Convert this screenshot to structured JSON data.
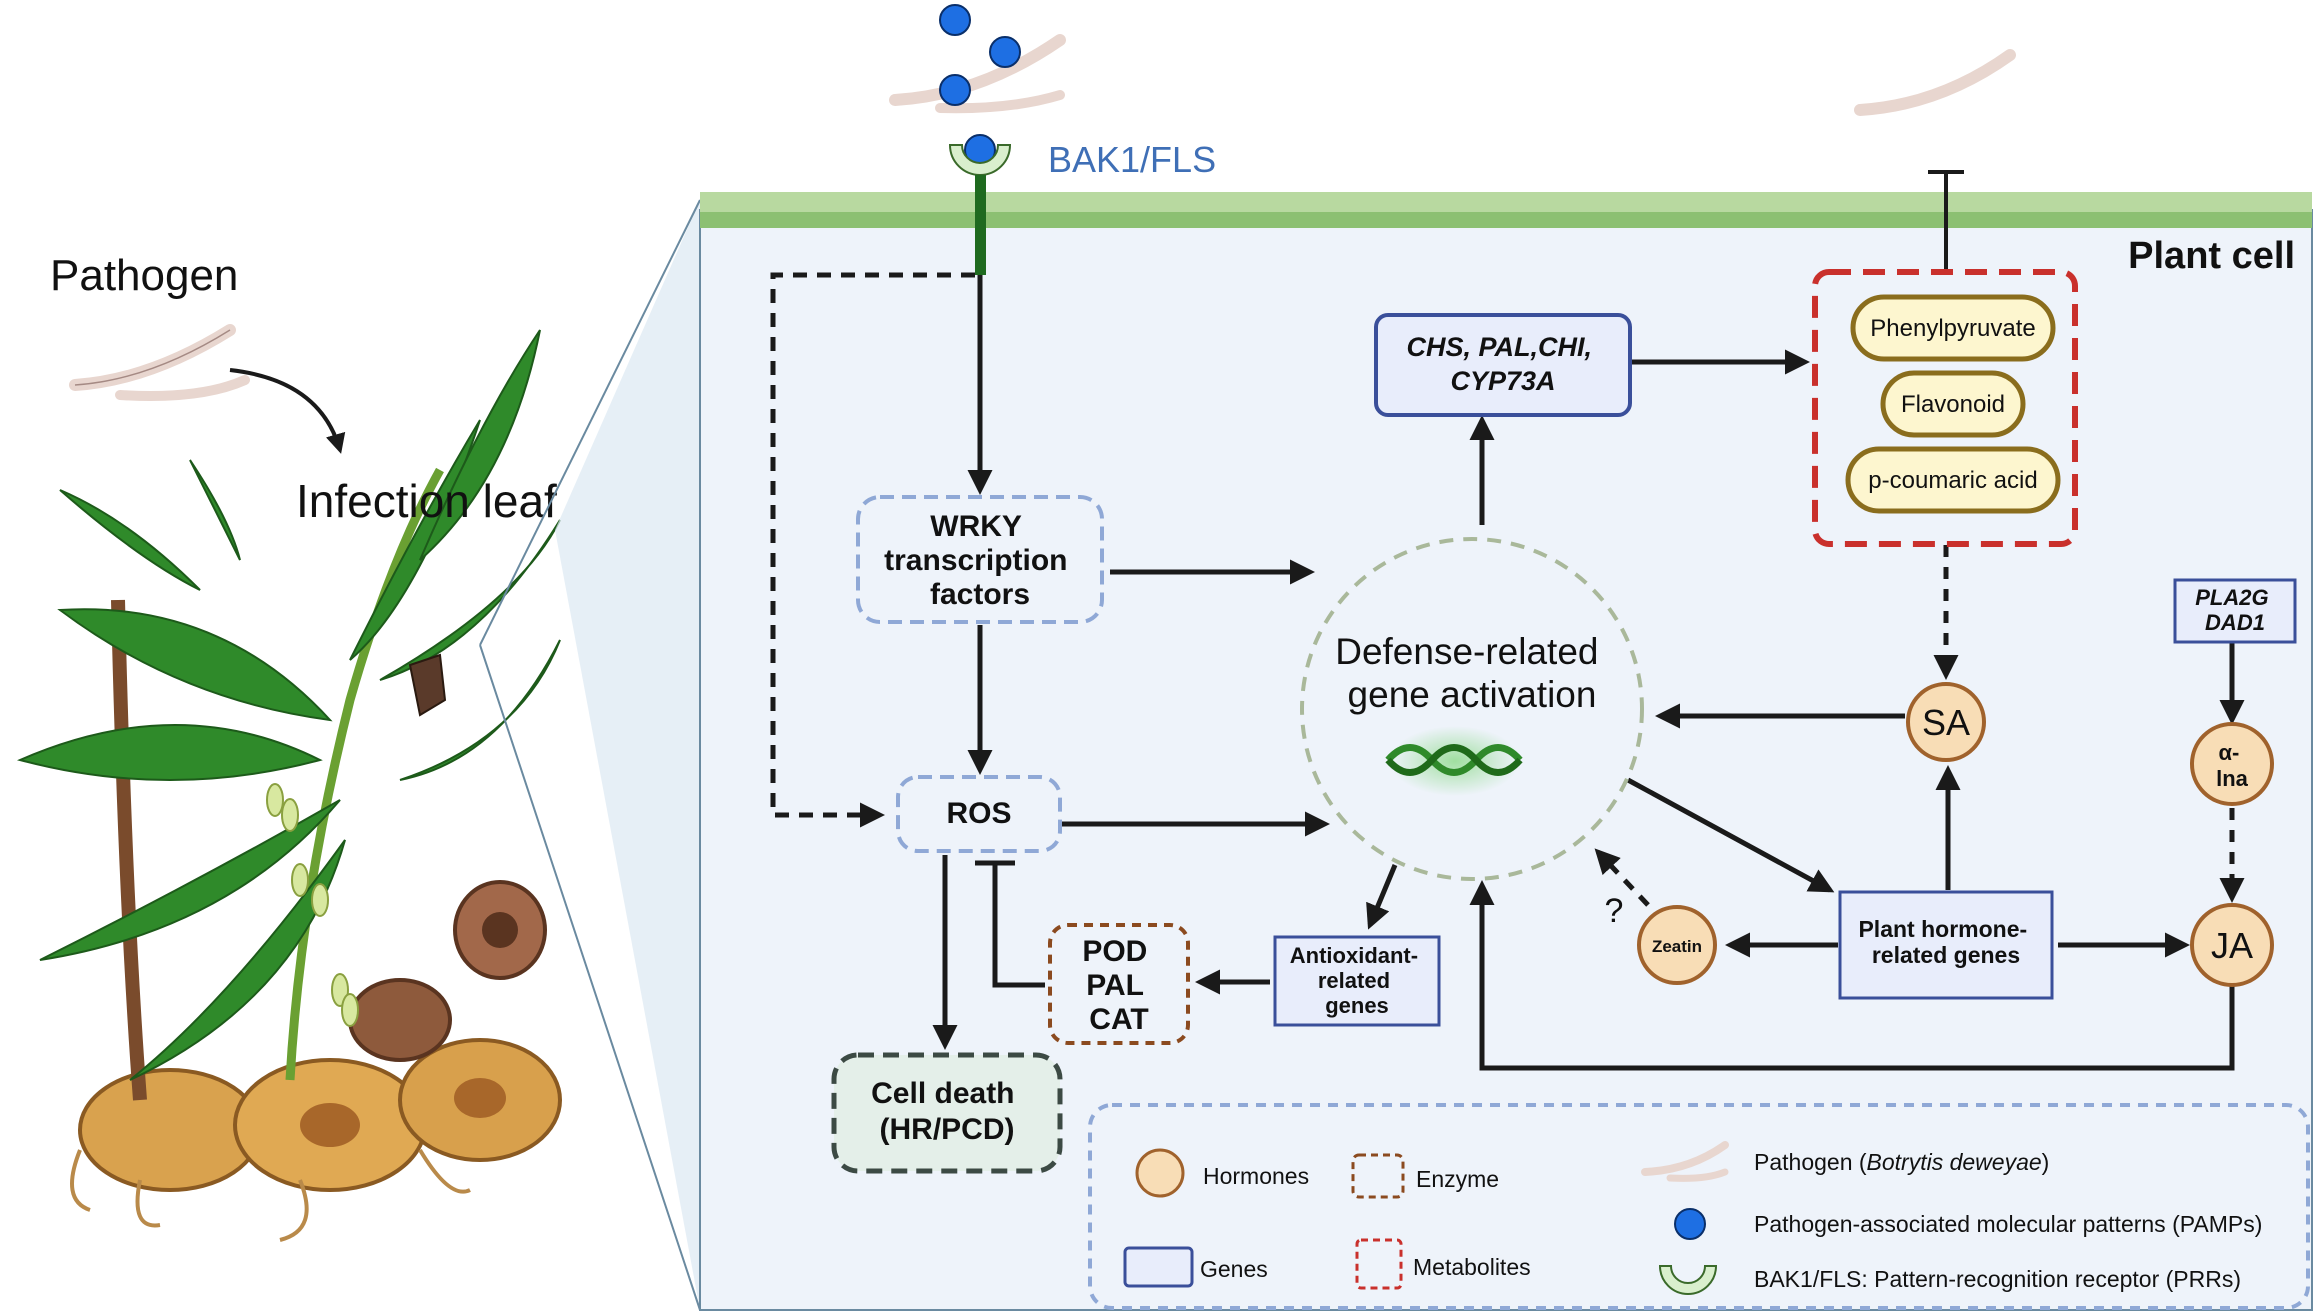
{
  "left": {
    "pathogen_label": "Pathogen",
    "infection_label": "Infection leaf"
  },
  "receptor_label": "BAK1/FLS",
  "cell_label": "Plant cell",
  "nodes": {
    "wrky": [
      "WRKY",
      "transcription",
      "factors"
    ],
    "ros": "ROS",
    "cell_death": [
      "Cell death",
      "(HR/PCD)"
    ],
    "enzymes": [
      "POD",
      "PAL",
      "CAT"
    ],
    "antioxidant": [
      "Antioxidant-",
      "related",
      "genes"
    ],
    "defense": [
      "Defense-related",
      "gene activation"
    ],
    "chs": [
      "CHS, PAL,CHI,",
      "CYP73A"
    ],
    "metabolites": [
      "Phenylpyruvate",
      "Flavonoid",
      "p-coumaric acid"
    ],
    "sa": "SA",
    "ja": "JA",
    "zeatin": "Zeatin",
    "alpha_lna": [
      "α-",
      "lna"
    ],
    "pla2g": [
      "PLA2G",
      "DAD1"
    ],
    "hormone_genes": [
      "Plant hormone-",
      "related genes"
    ],
    "question": "?"
  },
  "legend": {
    "hormones": "Hormones",
    "enzyme": "Enzyme",
    "genes": "Genes",
    "metabolites": "Metabolites",
    "pathogen_prefix": "Pathogen (",
    "pathogen_species": "Botrytis deweyae",
    "pathogen_suffix": ")",
    "pamps": "Pathogen-associated molecular patterns (PAMPs)",
    "prr": "BAK1/FLS: Pattern-recognition receptor (PRRs)"
  },
  "colors": {
    "cell_bg": "#eef3fa",
    "membrane": "#a8cf8e",
    "gene_box_stroke": "#3a4f9a",
    "gene_box_fill": "#e8edfb",
    "hormone_fill": "#f8ddb6",
    "hormone_stroke": "#a0622c",
    "metabolite_stroke": "#8a6d1d",
    "metabolite_fill": "#fdf6cf",
    "metabolite_frame": "#c9302c",
    "enzyme_frame": "#8b4a1f",
    "tf_frame": "#8fa8d6",
    "death_fill": "#e4efe9",
    "death_stroke": "#3c4a44",
    "pamp_blue": "#1e6fe3",
    "receptor_green": "#d9efcd"
  }
}
